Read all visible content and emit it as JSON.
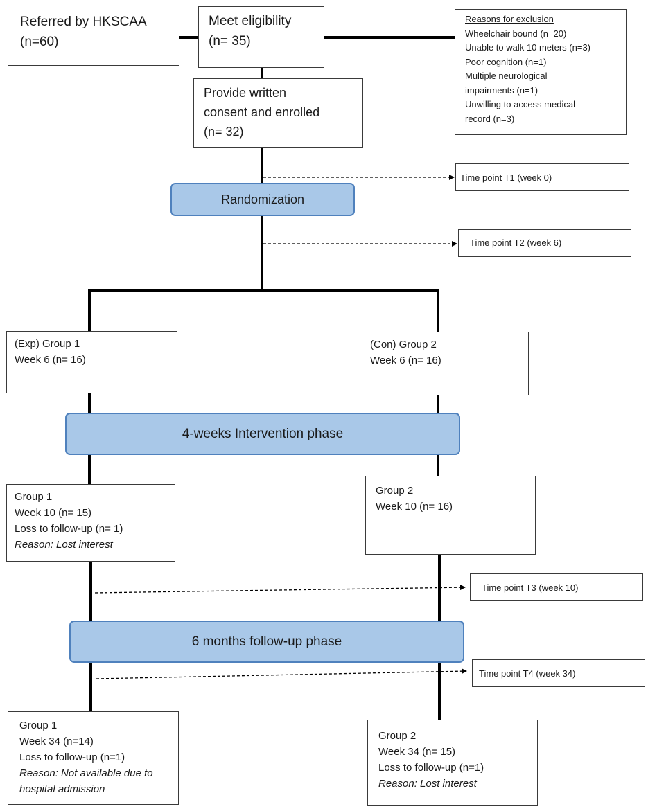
{
  "referred": {
    "lines": [
      "Referred by HKSCAA",
      "(n=60)"
    ]
  },
  "eligibility": {
    "lines": [
      "Meet eligibility",
      "(n= 35)"
    ]
  },
  "exclusion": {
    "heading": "Reasons for exclusion",
    "items": [
      "Wheelchair bound (n=20)",
      "Unable to walk 10 meters (n=3)",
      "Poor cognition (n=1)",
      "Multiple neurological",
      "impairments (n=1)",
      "Unwilling to access medical",
      "record (n=3)"
    ]
  },
  "consent": {
    "lines": [
      "Provide written",
      "consent and enrolled",
      "(n= 32)"
    ]
  },
  "timepoints": {
    "t1": "Time point T1 (week 0)",
    "t2": "Time point T2 (week 6)",
    "t3": "Time point T3 (week 10)",
    "t4": "Time point T4 (week 34)"
  },
  "phases": {
    "randomization": "Randomization",
    "intervention": "4-weeks Intervention phase",
    "followup": "6 months follow-up phase"
  },
  "groups": {
    "g1_w6": {
      "lines": [
        "(Exp) Group 1",
        "Week 6 (n= 16)"
      ]
    },
    "g2_w6": {
      "lines": [
        "(Con) Group 2",
        "Week 6 (n= 16)"
      ]
    },
    "g1_w10": {
      "lines": [
        "Group 1",
        "Week 10 (n= 15)",
        "Loss to follow-up (n= 1)"
      ],
      "reason": "Reason: Lost interest"
    },
    "g2_w10": {
      "lines": [
        "Group 2",
        "Week 10 (n= 16)"
      ]
    },
    "g1_w34": {
      "lines": [
        "Group 1",
        "Week 34 (n=14)",
        "Loss to follow-up (n=1)"
      ],
      "reason": [
        "Reason: Not available due to",
        "hospital admission"
      ]
    },
    "g2_w34": {
      "lines": [
        "Group 2",
        "Week 34 (n= 15)",
        "Loss to follow-up (n=1)"
      ],
      "reason": "Reason: Lost interest"
    }
  }
}
